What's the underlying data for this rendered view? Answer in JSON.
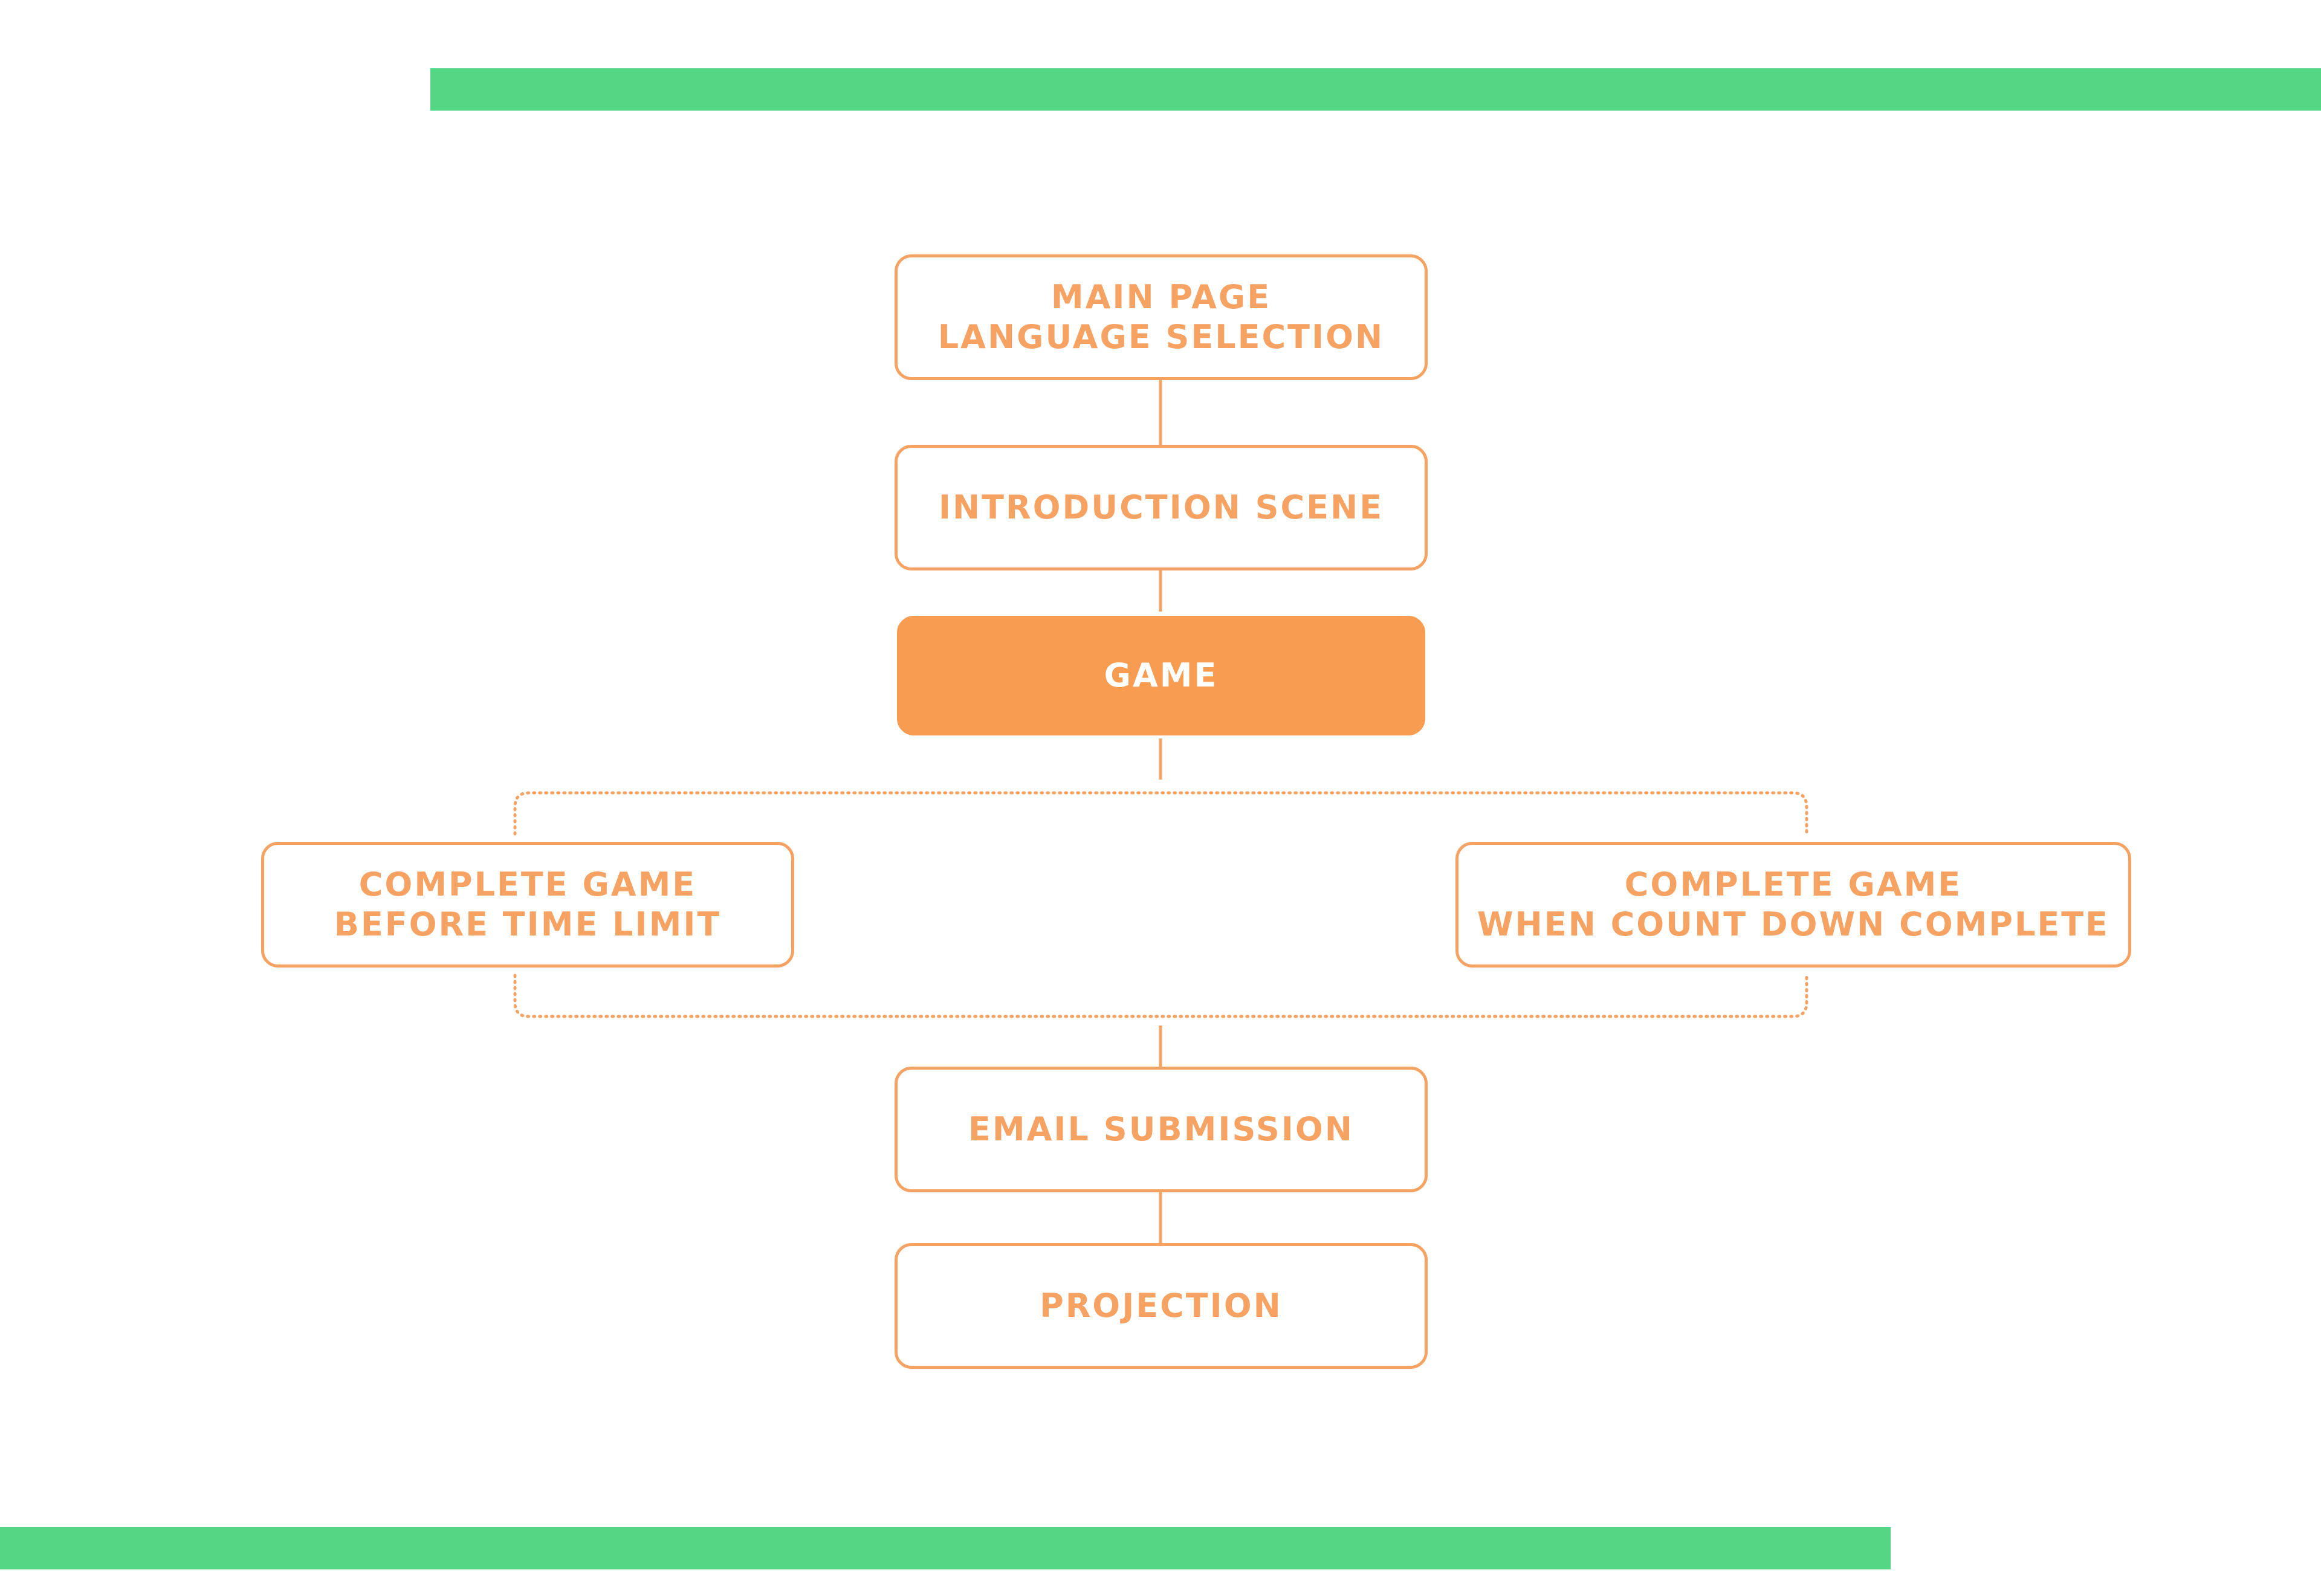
{
  "colors": {
    "accent_stripe": "#55d684",
    "node_outline": "#f5a263",
    "node_active_fill": "#f79c50",
    "active_text": "#ffffff"
  },
  "nodes": {
    "main_page": {
      "line1": "MAIN PAGE",
      "line2": "LANGUAGE SELECTION"
    },
    "introduction": {
      "line1": "INTRODUCTION SCENE"
    },
    "game": {
      "line1": "GAME",
      "state": "highlighted"
    },
    "complete_before": {
      "line1": "COMPLETE GAME",
      "line2": "BEFORE TIME LIMIT"
    },
    "complete_countdown": {
      "line1": "COMPLETE GAME",
      "line2": "WHEN COUNT DOWN COMPLETE"
    },
    "email": {
      "line1": "EMAIL SUBMISSION"
    },
    "projection": {
      "line1": "PROJECTION"
    }
  }
}
